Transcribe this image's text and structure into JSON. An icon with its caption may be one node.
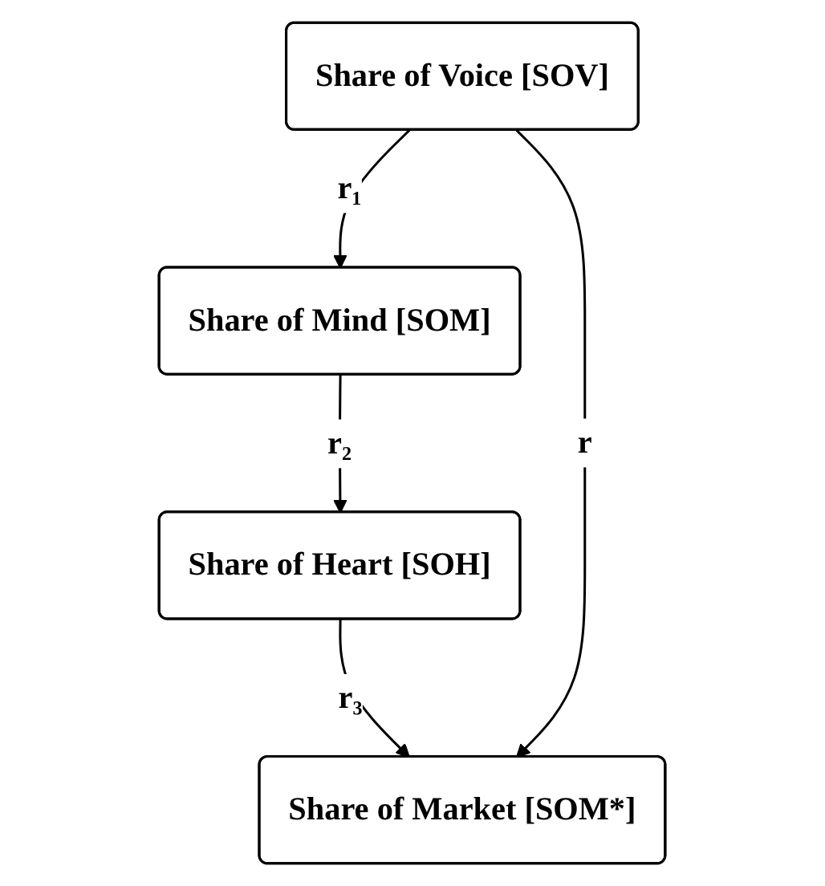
{
  "diagram": {
    "nodes": [
      {
        "text": [
          "Share of Voice [SOV]"
        ]
      },
      {
        "text": [
          "Share of Mind [SOM]"
        ]
      },
      {
        "text": [
          "Share of Heart [SOH]"
        ]
      },
      {
        "text": [
          "Share of Market [SOM*]"
        ]
      }
    ],
    "edges": [
      {
        "from": 0,
        "to": 1,
        "arrow": "to",
        "label": "r₁"
      },
      {
        "from": 1,
        "to": 2,
        "arrow": "to",
        "label": "r₂"
      },
      {
        "from": 2,
        "to": 3,
        "arrow": "to",
        "label": "r₃"
      },
      {
        "from": 0,
        "to": 3,
        "arrow": "to",
        "label": "r"
      }
    ]
  }
}
